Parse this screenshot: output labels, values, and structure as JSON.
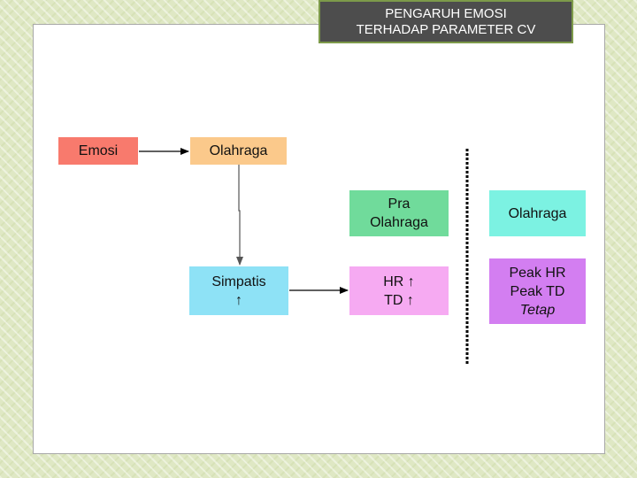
{
  "title": {
    "line1": "PENGARUH EMOSI",
    "line2": "TERHADAP PARAMETER CV"
  },
  "nodes": {
    "emosi": "Emosi",
    "olahraga": "Olahraga",
    "pra_line1": "Pra",
    "pra_line2": "Olahraga",
    "olahraga2": "Olahraga",
    "simpatis_line1": "Simpatis",
    "simpatis_line2": "↑",
    "hr": "HR ↑",
    "td": "TD ↑",
    "peak_hr": "Peak HR",
    "peak_td": "Peak TD",
    "tetap": "Tetap"
  },
  "colors": {
    "emosi": "#f87a6d",
    "olahraga": "#fbc98b",
    "pra_olahraga": "#70db9b",
    "olahraga_col": "#7cf2e2",
    "simpatis": "#8ee2f6",
    "hr_td": "#f6aaf2",
    "peak": "#d37ef1",
    "title_bg": "#4d4d4d",
    "title_border": "#7d9a4a"
  }
}
